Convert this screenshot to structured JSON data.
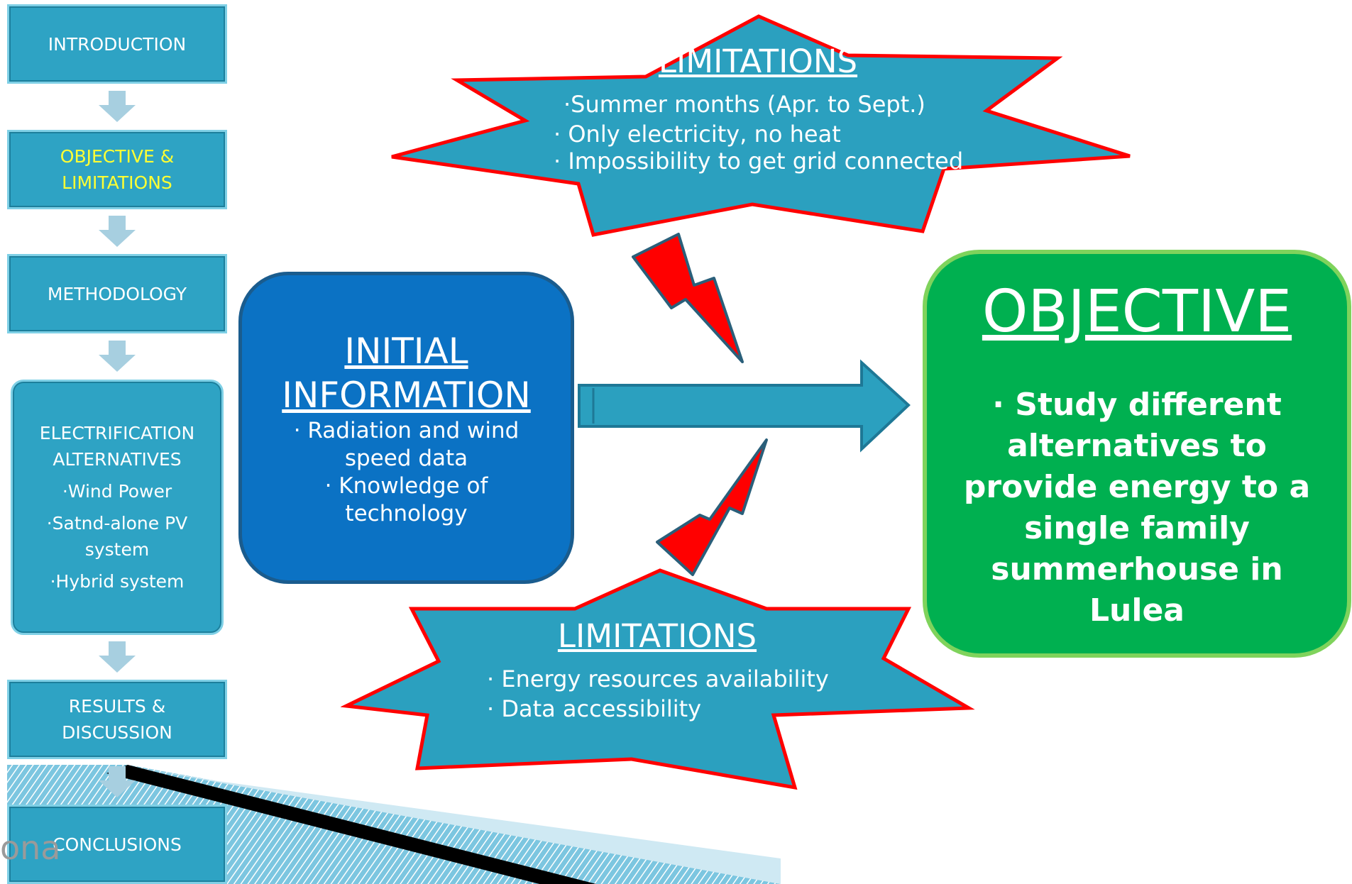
{
  "nav": {
    "introduction": "INTRODUCTION",
    "objective_line1": "OBJECTIVE &",
    "objective_line2": "LIMITATIONS",
    "methodology": "METHODOLOGY",
    "electrification_line1": "ELECTRIFICATION",
    "electrification_line2": "ALTERNATIVES",
    "alt_wind": "·Wind Power",
    "alt_pv_line1": "·Satnd-alone PV",
    "alt_pv_line2": "system",
    "alt_hybrid": "·Hybrid system",
    "results_line1": "RESULTS &",
    "results_line2": "DISCUSSION",
    "conclusions": "CONCLUSIONS"
  },
  "top_limitations": {
    "title": "LIMITATIONS",
    "items": [
      "·Summer months (Apr. to Sept.)",
      "· Only electricity, no heat",
      "· Impossibility to get grid connected"
    ]
  },
  "initial_information": {
    "title_line1": "INITIAL",
    "title_line2": "INFORMATION",
    "items": [
      "· Radiation and wind",
      "speed data",
      "· Knowledge of",
      "technology"
    ]
  },
  "bottom_limitations": {
    "title": "LIMITATIONS",
    "items": [
      "· Energy resources availability",
      "· Data accessibility"
    ]
  },
  "objective": {
    "title": "OBJECTIVE",
    "text": "· Study different alternatives to provide energy to a single family summerhouse in Lulea"
  },
  "logo": {
    "text": "ona"
  },
  "colors": {
    "nav_fill": "#2ea3c4",
    "active_text": "#ffff33",
    "star_fill": "#2ba0bf",
    "star_outline": "#ff0000",
    "info_fill": "#0b72c4",
    "objective_fill": "#00b050",
    "lightning": "#ff0000"
  }
}
